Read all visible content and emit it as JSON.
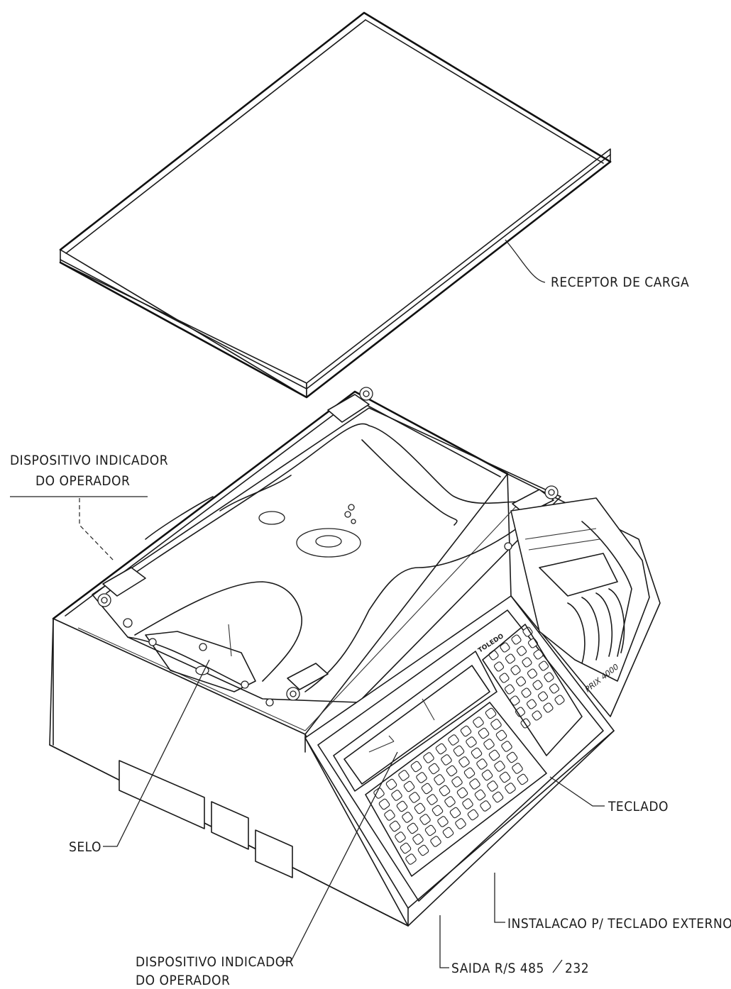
{
  "labels": {
    "load_receiver": "RECEPTOR DE CARGA",
    "operator_indicator_top_line1": "DISPOSITIVO INDICADOR",
    "operator_indicator_top_line2": "DO OPERADOR",
    "seal": "SELO",
    "keyboard": "TECLADO",
    "operator_indicator_bottom_line1": "DISPOSITIVO INDICADOR",
    "operator_indicator_bottom_line2": "DO OPERADOR",
    "external_keyboard": "INSTALACAO P/ TECLADO EXTERNO",
    "output_port": "SAIDA R/S 485",
    "output_port_alt": "232"
  },
  "device": {
    "brand": "TOLEDO",
    "model": "PRIX 4000"
  }
}
